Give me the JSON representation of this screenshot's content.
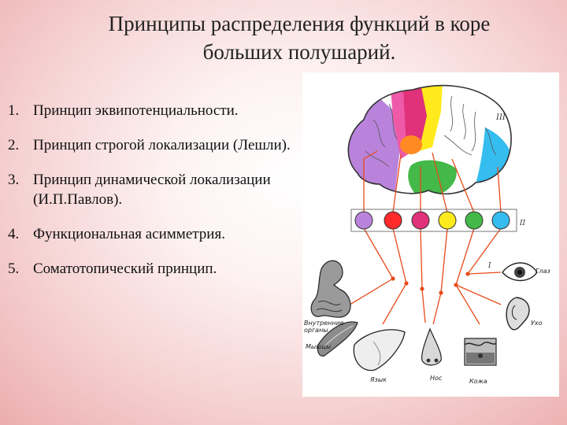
{
  "slide": {
    "title_line1": "Принципы распределения функций в коре",
    "title_line2": "больших полушарий."
  },
  "principles": [
    {
      "num": "1.",
      "text": "Принцип эквипотенциальности."
    },
    {
      "num": "2.",
      "text": "Принцип строгой локализации (Лешли)."
    },
    {
      "num": "3.",
      "text": "Принцип  динамической локализации (И.П.Павлов)."
    },
    {
      "num": "4.",
      "text": "Функциональная асимметрия."
    },
    {
      "num": "5.",
      "text": "Соматотопический принцип."
    }
  ],
  "figure": {
    "label_cortex": "III",
    "label_row": "II",
    "label_subcortex": "I",
    "eye": "Глаз",
    "ear": "Ухо",
    "internal": "Внутренние органы",
    "muscle": "Мышцы",
    "tongue": "Язык",
    "nose": "Нос",
    "skin": "Кожа",
    "colors": {
      "violet": "#b983dc",
      "red": "#ff2a2a",
      "magenta": "#e0317a",
      "yellow": "#ffea1e",
      "orange": "#ff8a24",
      "green": "#44b848",
      "cyan": "#35bdf0",
      "line": "#e84a1a"
    }
  }
}
